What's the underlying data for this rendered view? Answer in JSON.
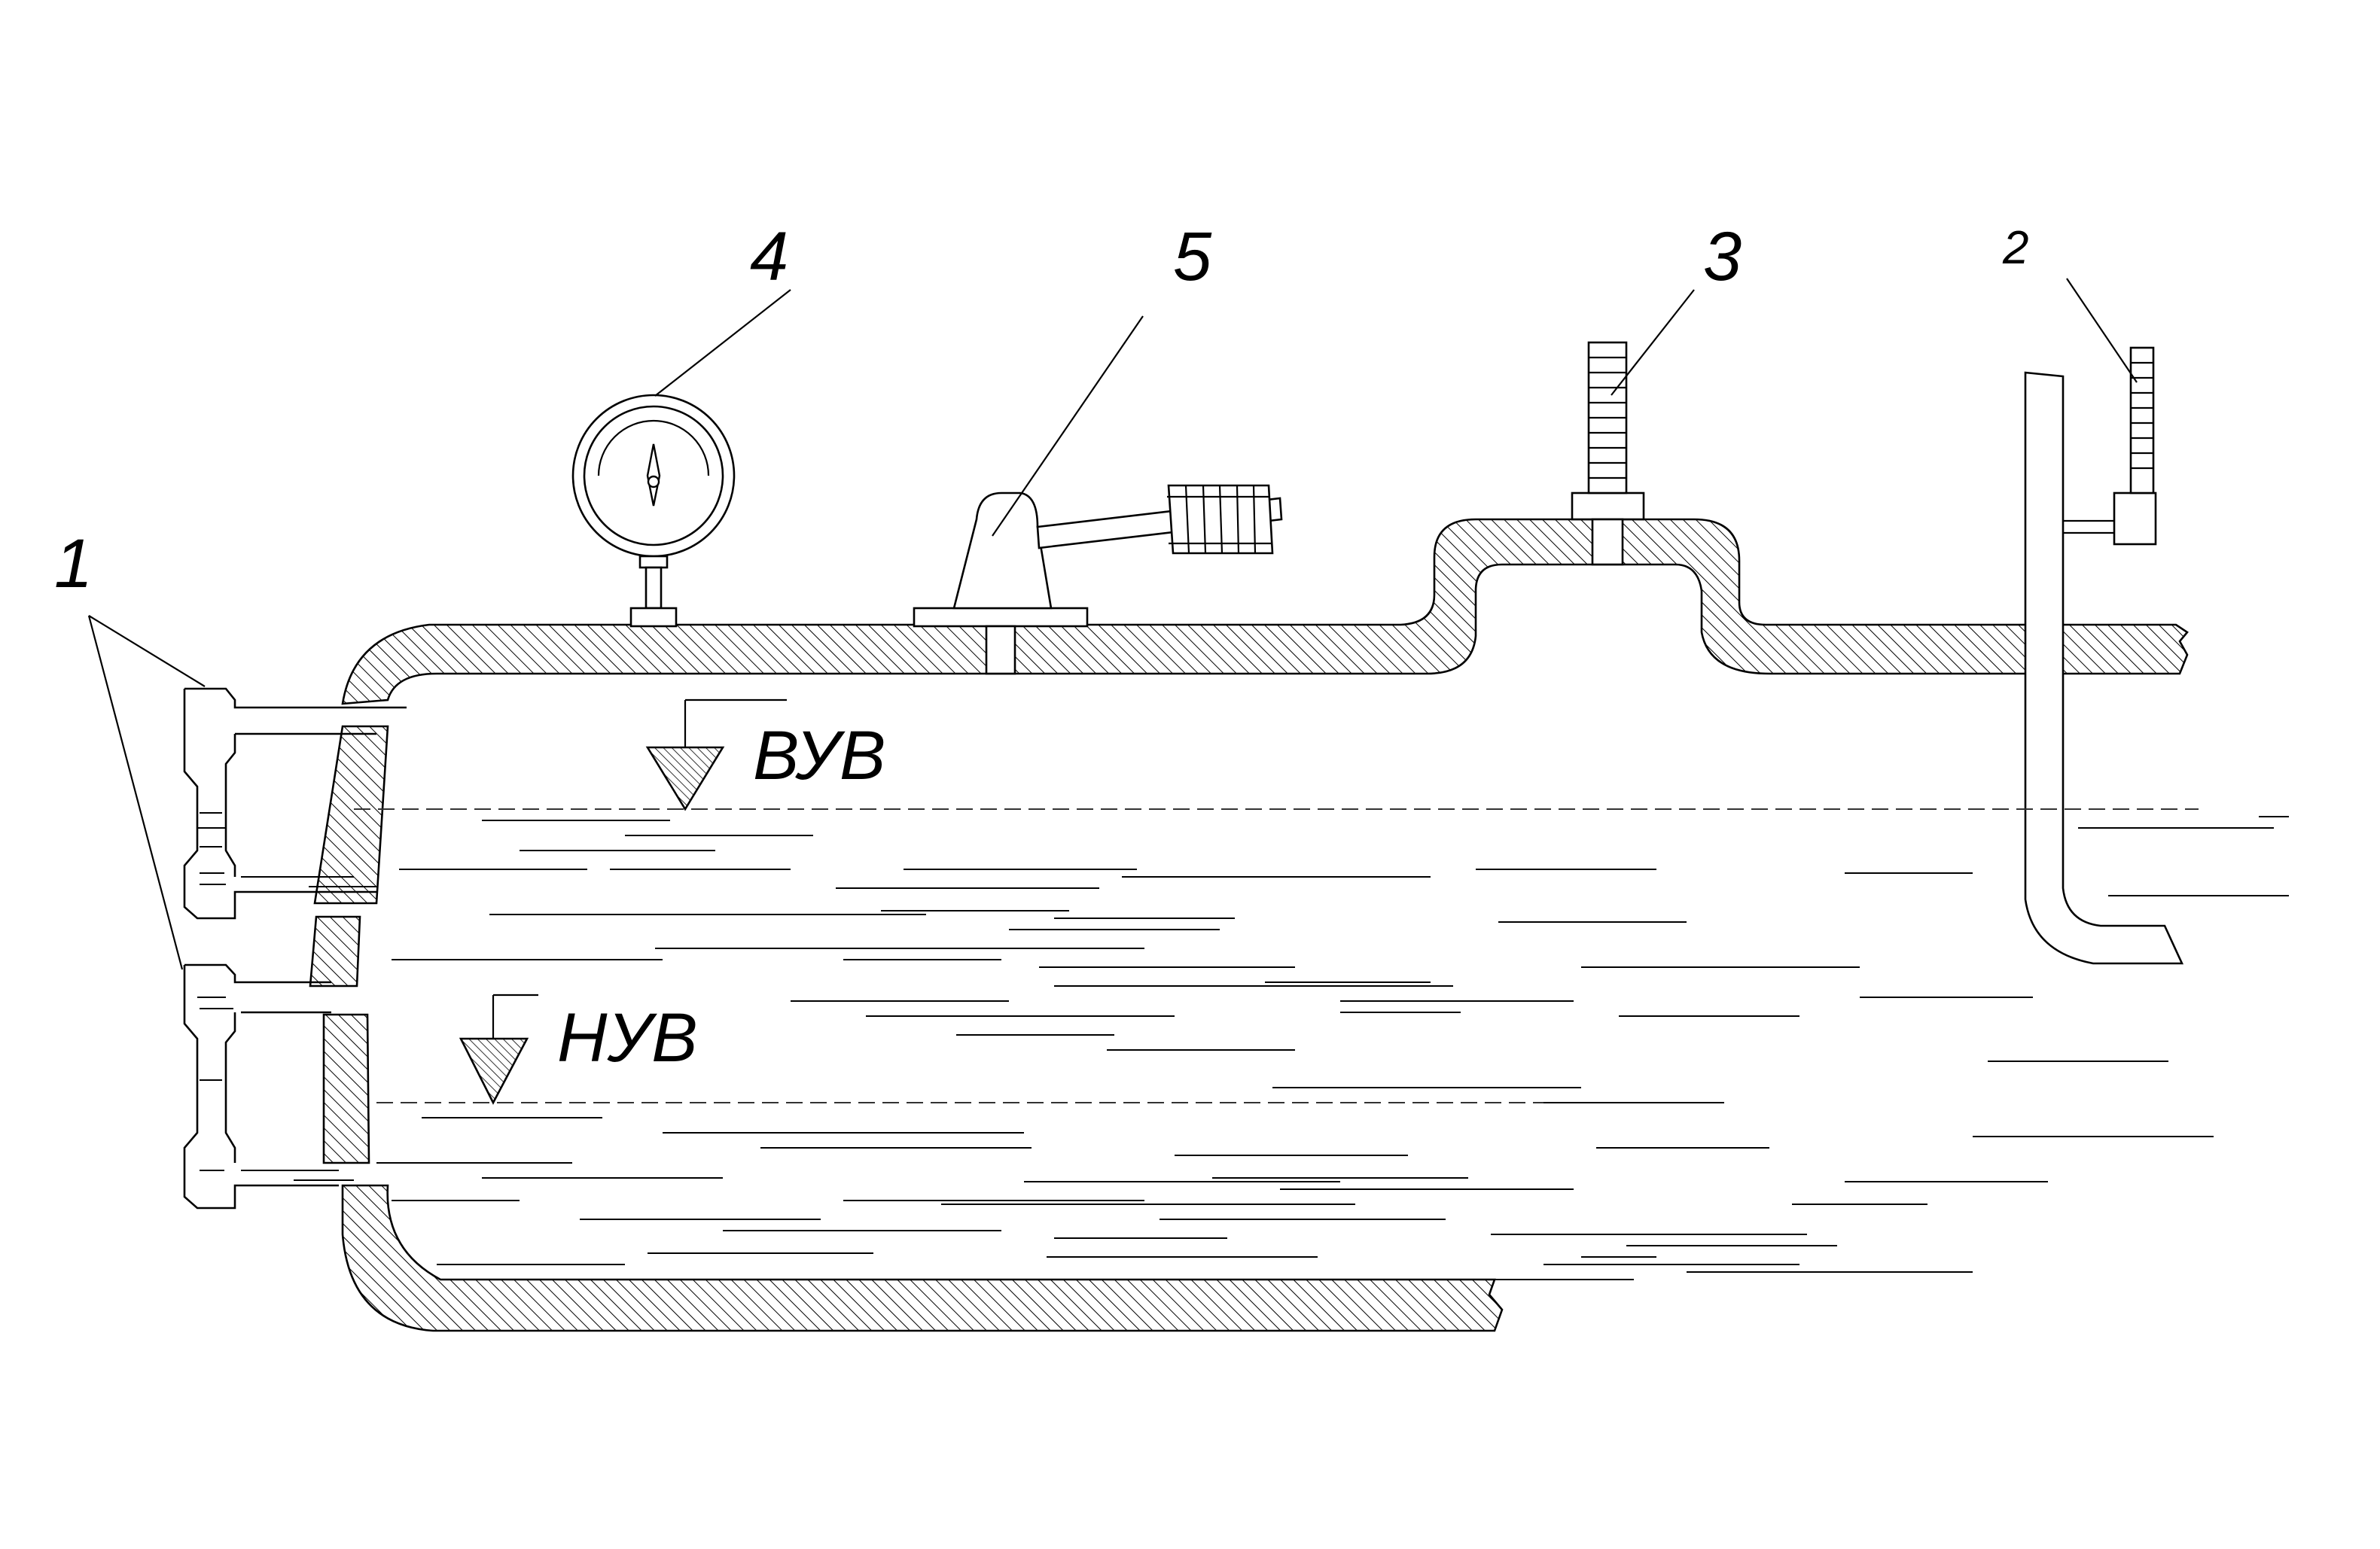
{
  "labels": {
    "item_1": "1",
    "item_2": "2",
    "item_3": "3",
    "item_4": "4",
    "item_5": "5"
  },
  "levels": {
    "upper": "ВУВ",
    "lower": "НУВ"
  }
}
